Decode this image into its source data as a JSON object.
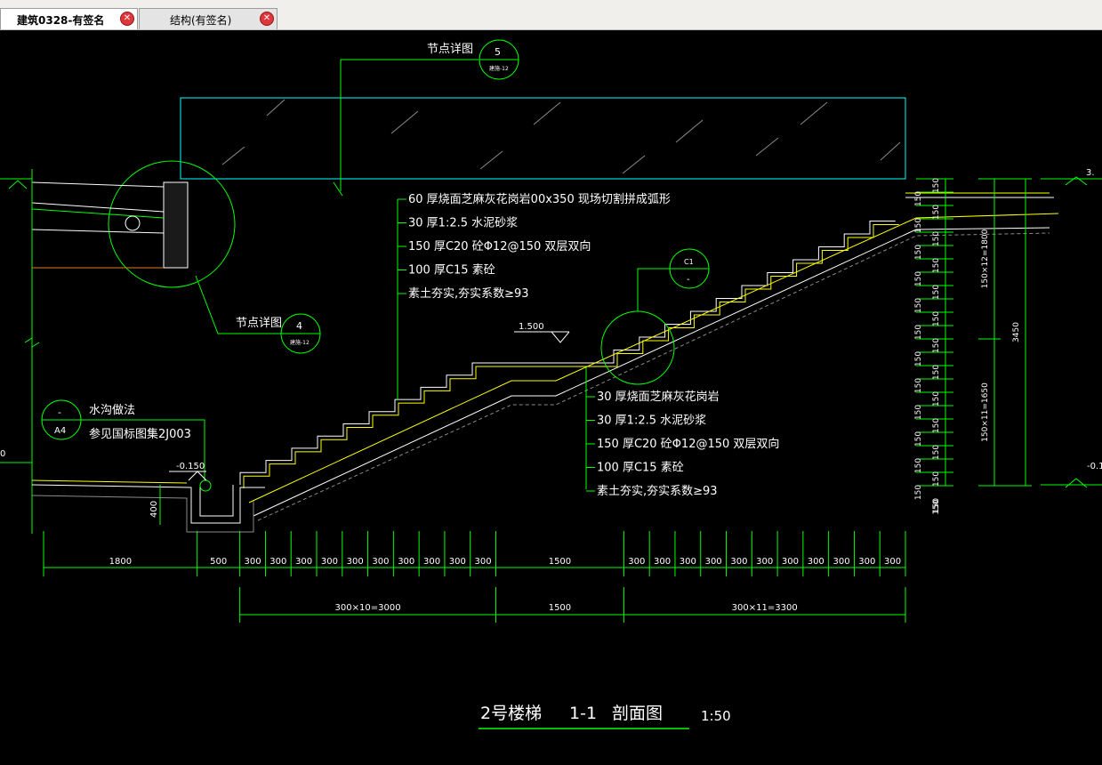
{
  "tabs": [
    {
      "label": "建筑0328-有签名",
      "active": true
    },
    {
      "label": "结构(有签名)",
      "active": false
    }
  ],
  "drawing": {
    "title": "2号楼梯",
    "section": "1-1",
    "section_name": "剖面图",
    "scale": "1:50",
    "detail_label_top": "节点详图",
    "detail_num_top": "5",
    "detail_sheet_top": "建施-12",
    "detail_label_left": "节点详图",
    "detail_num_left": "4",
    "detail_sheet_left": "建施-12",
    "c1_top": "C1",
    "c1_bottom": "-",
    "ditch_top": "-",
    "ditch_bottom": "A4",
    "ditch_line1": "水沟做法",
    "ditch_line2": "参见国标图集2J003",
    "level_low": "-0.150",
    "level_mid": "1.500",
    "level_right_top": "3.",
    "level_right_low": "-0.1",
    "level_left_zero": "0",
    "height_400": "400",
    "layers_upper": [
      "60  厚烧面芝麻灰花岗岩00x350       现场切割拼成弧形",
      "30  厚1:2.5   水泥砂浆",
      "150   厚C20   砼Φ12@150    双层双向",
      "100   厚C15   素砼",
      "素土夯实,夯实系数≥93"
    ],
    "layers_lower": [
      "30  厚烧面芝麻灰花岗岩",
      "30  厚1:2.5    水泥砂浆",
      "150   厚C20   砼Φ12@150    双层双向",
      "100   厚C15   素砼",
      "素土夯实,夯实系数≥93"
    ],
    "dims_row1": [
      "1800",
      "500",
      "300",
      "300",
      "300",
      "300",
      "300",
      "300",
      "300",
      "300",
      "300",
      "300",
      "1500",
      "300",
      "300",
      "300",
      "300",
      "300",
      "300",
      "300",
      "300",
      "300",
      "300",
      "300"
    ],
    "dims_row2": [
      "300×10=3000",
      "1500",
      "300×11=3300"
    ],
    "vert_dims": [
      "150",
      "150",
      "150",
      "150",
      "150",
      "150",
      "150",
      "150",
      "150",
      "150",
      "150",
      "150",
      "150",
      "150",
      "150",
      "150",
      "150",
      "150",
      "150",
      "150",
      "150",
      "150",
      "150",
      "150",
      "150"
    ],
    "vert_top": "150×12=1800",
    "vert_bottom": "150×11=1650",
    "vert_total": "3450",
    "vert_base": "150"
  },
  "colors": {
    "bg": "#000000",
    "green": "#00ff00",
    "yellow": "#ffff00",
    "cyan": "#00ffff",
    "white": "#ffffff",
    "orange": "#e07b2a"
  }
}
